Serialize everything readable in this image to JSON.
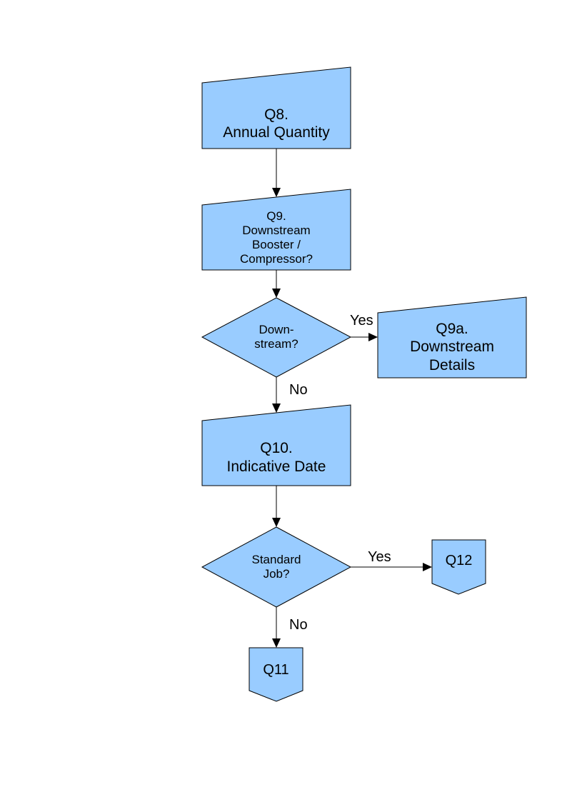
{
  "colors": {
    "shape_fill": "#99ccff",
    "stroke": "#000000",
    "background": "#ffffff"
  },
  "nodes": {
    "q8": {
      "line1": "Q8.",
      "line2": "Annual Quantity"
    },
    "q9": {
      "line1": "Q9.",
      "line2": "Downstream",
      "line3": "Booster /",
      "line4": "Compressor?"
    },
    "downstream_decision": {
      "line1": "Down-",
      "line2": "stream?"
    },
    "q9a": {
      "line1": "Q9a.",
      "line2": "Downstream",
      "line3": "Details"
    },
    "q10": {
      "line1": "Q10.",
      "line2": "Indicative Date"
    },
    "standard_job_decision": {
      "line1": "Standard",
      "line2": "Job?"
    },
    "q12": {
      "label": "Q12"
    },
    "q11": {
      "label": "Q11"
    }
  },
  "edges": {
    "downstream_yes": "Yes",
    "downstream_no": "No",
    "standard_yes": "Yes",
    "standard_no": "No"
  }
}
